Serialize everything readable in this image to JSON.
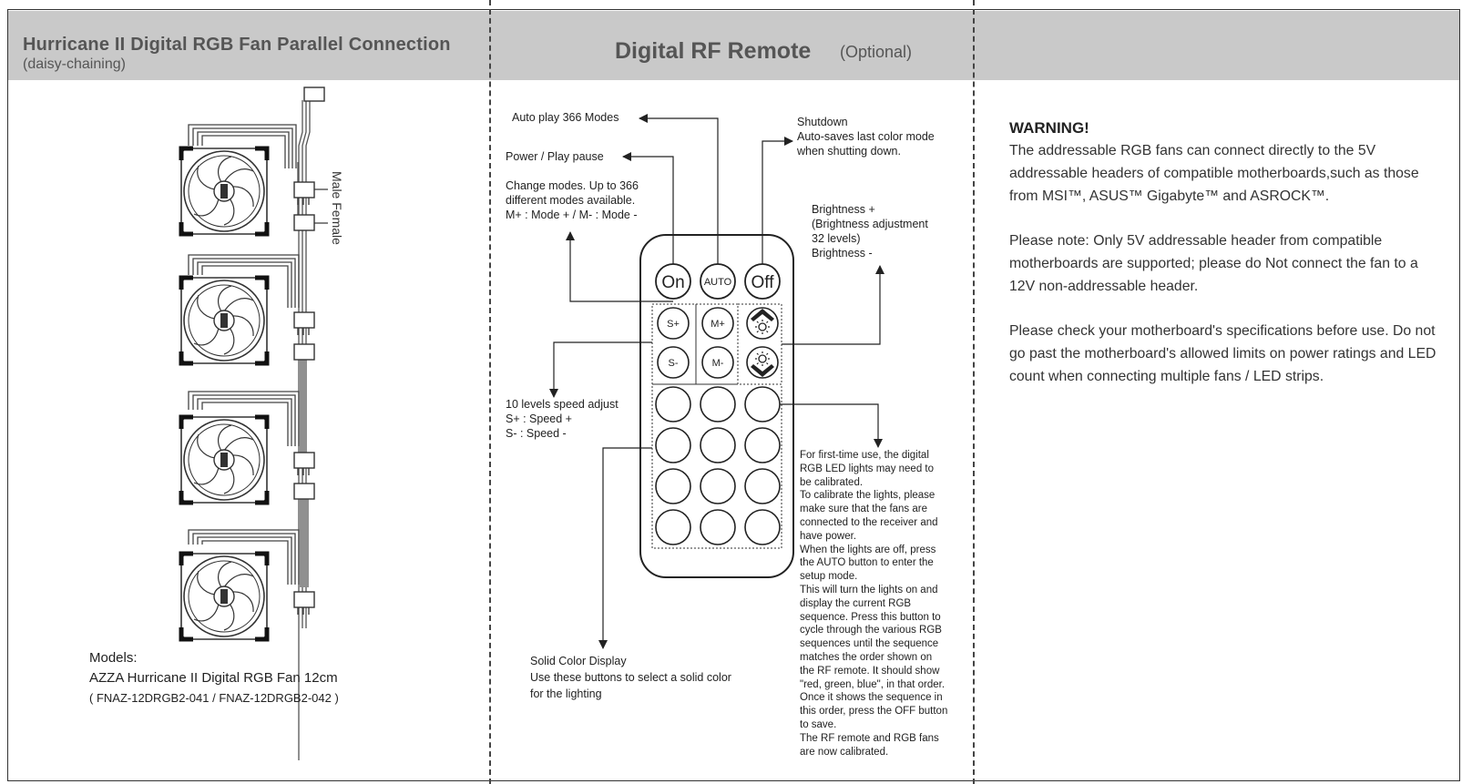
{
  "header": {
    "left_title": "Hurricane II Digital RGB Fan Parallel Connection",
    "left_subtitle": "(daisy-chaining)",
    "mid_title": "Digital RF Remote",
    "mid_subtitle": "(Optional)"
  },
  "fans": {
    "connector_label": "Male Female",
    "models_title": "Models:",
    "models_name": "AZZA Hurricane II Digital RGB Fan 12cm",
    "models_codes": "( FNAZ-12DRGB2-041 / FNAZ-12DRGB2-042 )"
  },
  "remote": {
    "buttons": {
      "on": "On",
      "auto": "AUTO",
      "off": "Off",
      "s_plus": "S+",
      "m_plus": "M+",
      "s_minus": "S-",
      "m_minus": "M-"
    },
    "auto_play": "Auto play 366 Modes",
    "power": "Power / Play pause",
    "change_modes": [
      "Change modes. Up to 366",
      "different modes available.",
      "M+ : Mode + / M- : Mode -"
    ],
    "shutdown": [
      "Shutdown",
      "Auto-saves last color mode",
      "when shutting down."
    ],
    "brightness": [
      "Brightness +",
      "(Brightness adjustment",
      "32 levels)",
      "Brightness -"
    ],
    "speed": [
      "10 levels speed adjust",
      "S+ : Speed +",
      "S- : Speed -"
    ],
    "solid": [
      "Solid Color Display",
      "Use these buttons to select a solid color",
      "for the lighting"
    ],
    "calibration": [
      "For first-time use, the digital",
      "RGB LED lights may need to",
      "be calibrated.",
      "To calibrate the lights, please",
      "make sure that the fans are",
      "connected to the receiver and",
      "have power.",
      "When the lights are off, press",
      "the AUTO button to enter the",
      "setup mode.",
      "This will turn the lights on and",
      "display the current RGB",
      "sequence. Press this button to",
      "cycle through the various RGB",
      "sequences until the sequence",
      "matches the order shown on",
      "the RF remote. It should show",
      "\"red, green, blue\", in that order.",
      "Once it shows the sequence in",
      "this order, press the OFF button",
      "to save.",
      "The RF remote and RGB fans",
      "are now calibrated."
    ]
  },
  "warning": {
    "title": "WARNING!",
    "p1": "The addressable RGB fans can connect  directly to the 5V addressable headers of compatible motherboards,such as those from MSI™, ASUS™ Gigabyte™ and ASROCK™.",
    "p2": "Please note: Only 5V addressable header from compatible motherboards are supported; please do Not connect the fan to a 12V non-addressable header.",
    "p3": "Please check your motherboard's specifications before use. Do not go past the motherboard's allowed limits on power ratings and LED count when connecting multiple fans / LED strips."
  }
}
